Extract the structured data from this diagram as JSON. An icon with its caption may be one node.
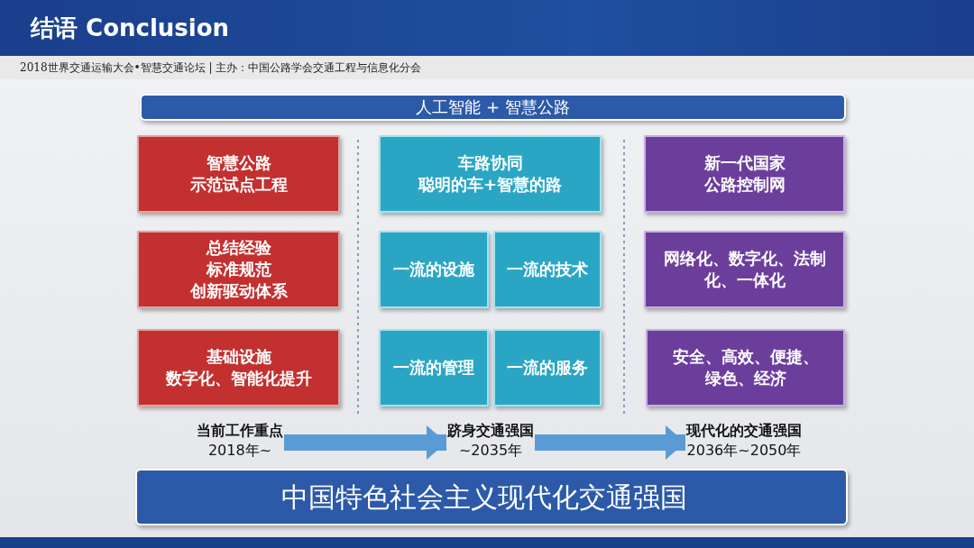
{
  "diagram": {
    "title": "结语 Conclusion",
    "nodes": [
      {
        "text": [
          "人工智能 + 智慧公路"
        ]
      },
      {
        "text": [
          "智慧公路",
          "示范试点工程"
        ]
      },
      {
        "text": [
          "车路协同",
          "聪明的车+智慧的路"
        ]
      },
      {
        "text": [
          "新一代国家",
          "公路控制网"
        ]
      },
      {
        "text": [
          "总结经验",
          "标准规范",
          "创新驱动体系"
        ]
      },
      {
        "text": [
          "一流的设施"
        ]
      },
      {
        "text": [
          "一流的技术"
        ]
      },
      {
        "text": [
          "网络化、数字化、法制化、一体化"
        ]
      },
      {
        "text": [
          "基础设施",
          "数字化、智能化提升"
        ]
      },
      {
        "text": [
          "一流的管理"
        ]
      },
      {
        "text": [
          "一流的服务"
        ]
      },
      {
        "text": [
          "安全、高效、便捷、绿色、经济"
        ]
      },
      {
        "text": [
          "当前工作重点",
          "2018年~"
        ]
      },
      {
        "text": [
          "跻身交通强国",
          "~2035年"
        ]
      },
      {
        "text": [
          "现代化的交通强国",
          "2036年~2050年"
        ]
      },
      {
        "text": [
          "中国特色社会主义现代化交通强国"
        ]
      }
    ],
    "edges": [
      {
        "from": 12,
        "to": 13,
        "arrow": "to"
      },
      {
        "from": 13,
        "to": 14,
        "arrow": "to"
      }
    ],
    "labels": [
      "2018世界交通运输大会•智慧交通论坛 | 主办：中国公路学会交通工程与信息化分会"
    ]
  }
}
